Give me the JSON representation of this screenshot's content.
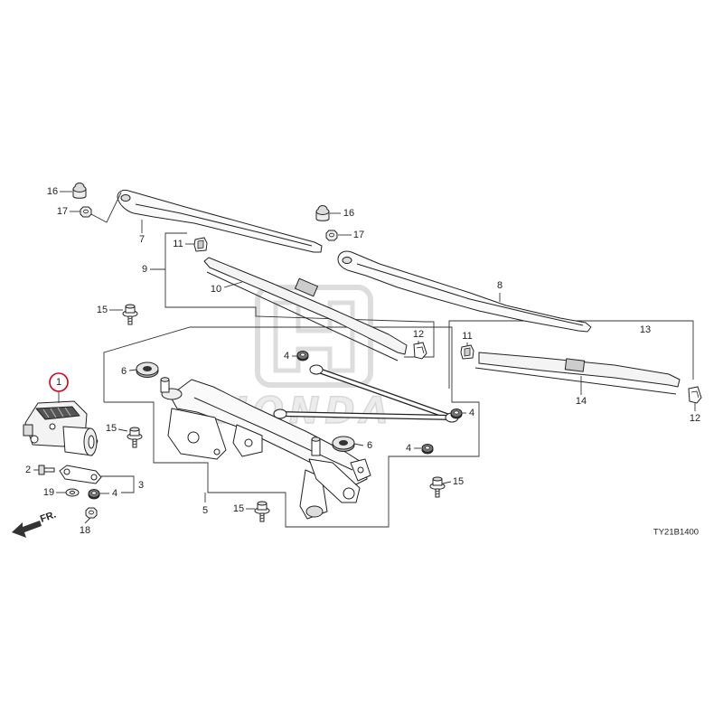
{
  "diagram": {
    "callouts": [
      "16",
      "17",
      "7",
      "11",
      "9",
      "10",
      "16",
      "17",
      "8",
      "15",
      "12",
      "13",
      "11",
      "4",
      "6",
      "1",
      "15",
      "14",
      "12",
      "4",
      "6",
      "4",
      "2",
      "3",
      "19",
      "4",
      "5",
      "15",
      "15",
      "18"
    ],
    "highlight_color": "#d0021b",
    "front_arrow_label": "FR.",
    "code": "TY21B1400",
    "watermark": "HONDA"
  }
}
